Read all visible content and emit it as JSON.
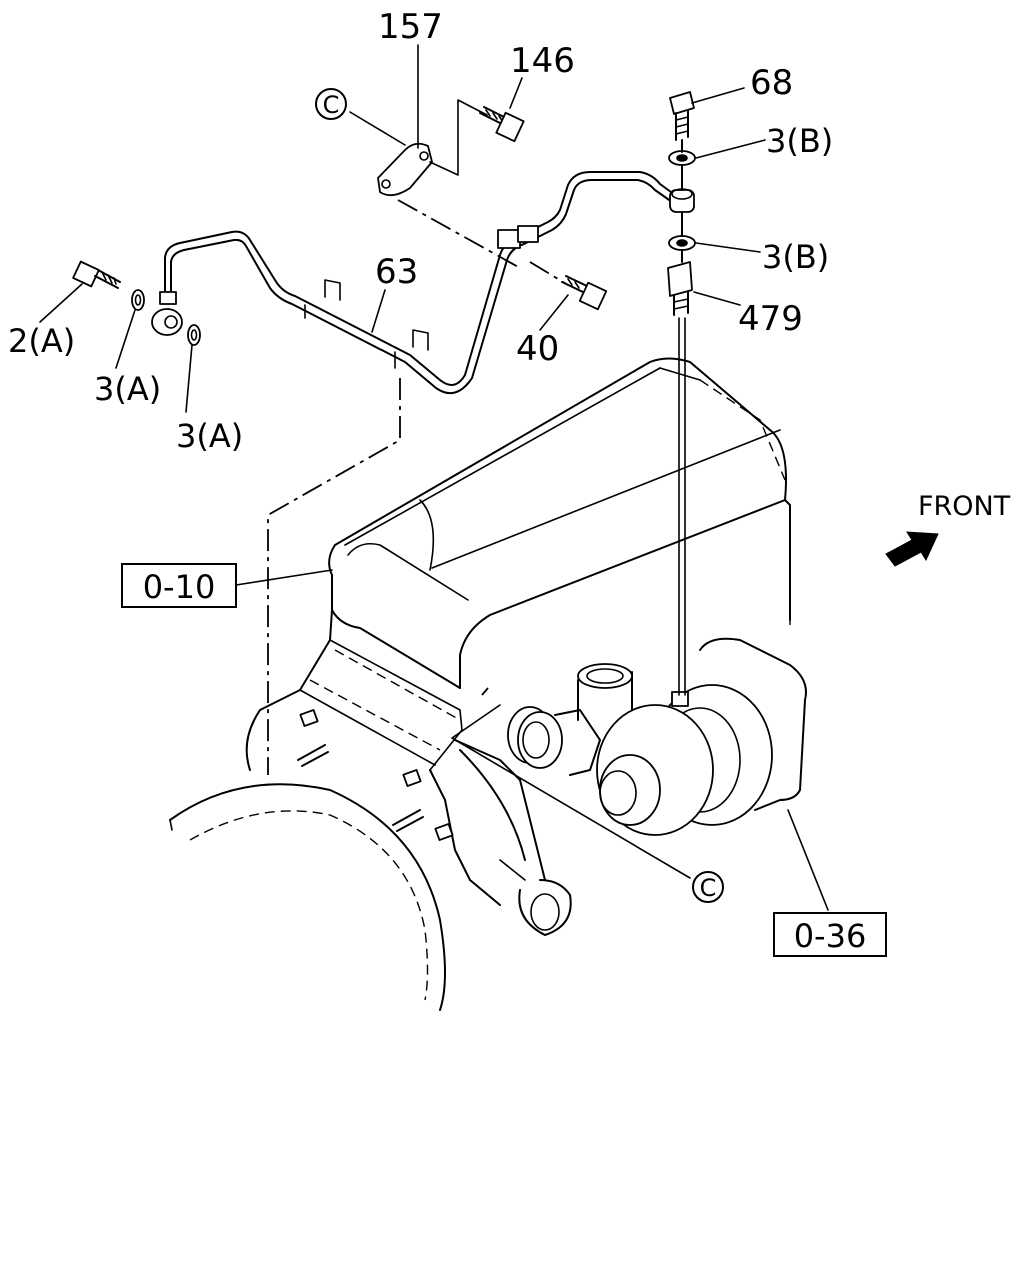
{
  "labels": {
    "p157": "157",
    "p146": "146",
    "p68": "68",
    "p3b_upper": "3(B)",
    "p3b_lower": "3(B)",
    "p479": "479",
    "p63": "63",
    "p40": "40",
    "p2a": "2(A)",
    "p3a_upper": "3(A)",
    "p3a_lower": "3(A)",
    "ref_010": "0-10",
    "ref_036": "0-36",
    "circle_c_top": "C",
    "circle_c_bottom": "C",
    "front": "FRONT"
  },
  "icons": {
    "front_arrow": "arrow-up-right-icon",
    "circle_c": "circled-letter-icon"
  }
}
